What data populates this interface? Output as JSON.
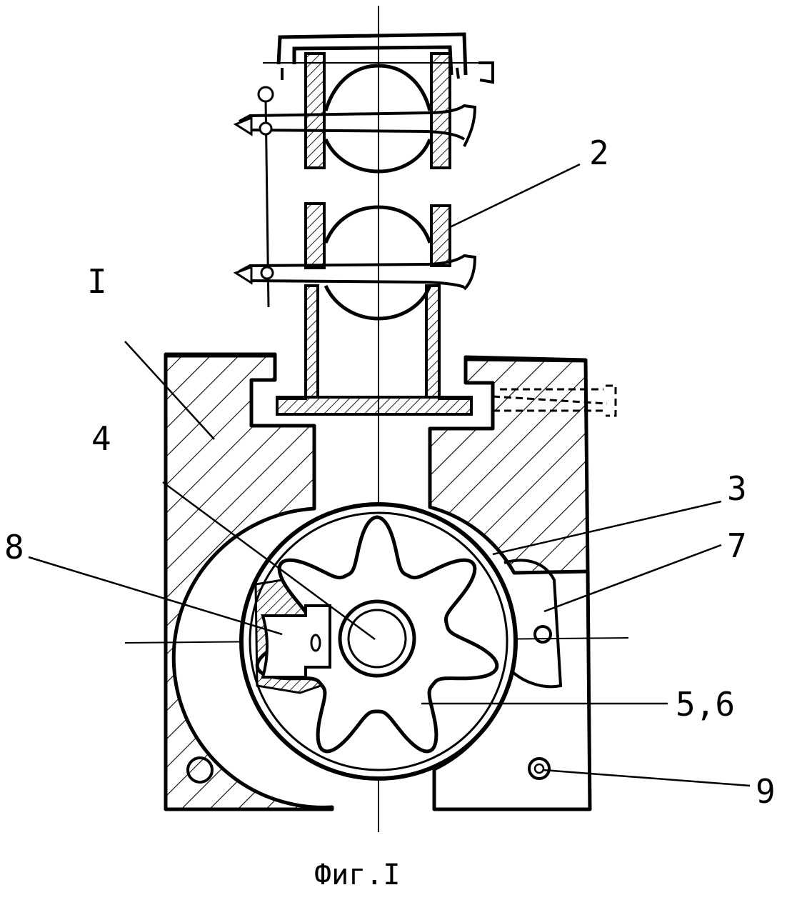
{
  "figure": {
    "caption": "Фиг.I",
    "labels": {
      "housing": "I",
      "upper_clamp": "2",
      "gear_cavity": "3",
      "shaft": "4",
      "gears": "5,6",
      "outlet_channel": "7",
      "bypass_valve": "8",
      "mount_hole": "9"
    }
  },
  "colors": {
    "ink": "#000000",
    "paper": "#ffffff"
  }
}
